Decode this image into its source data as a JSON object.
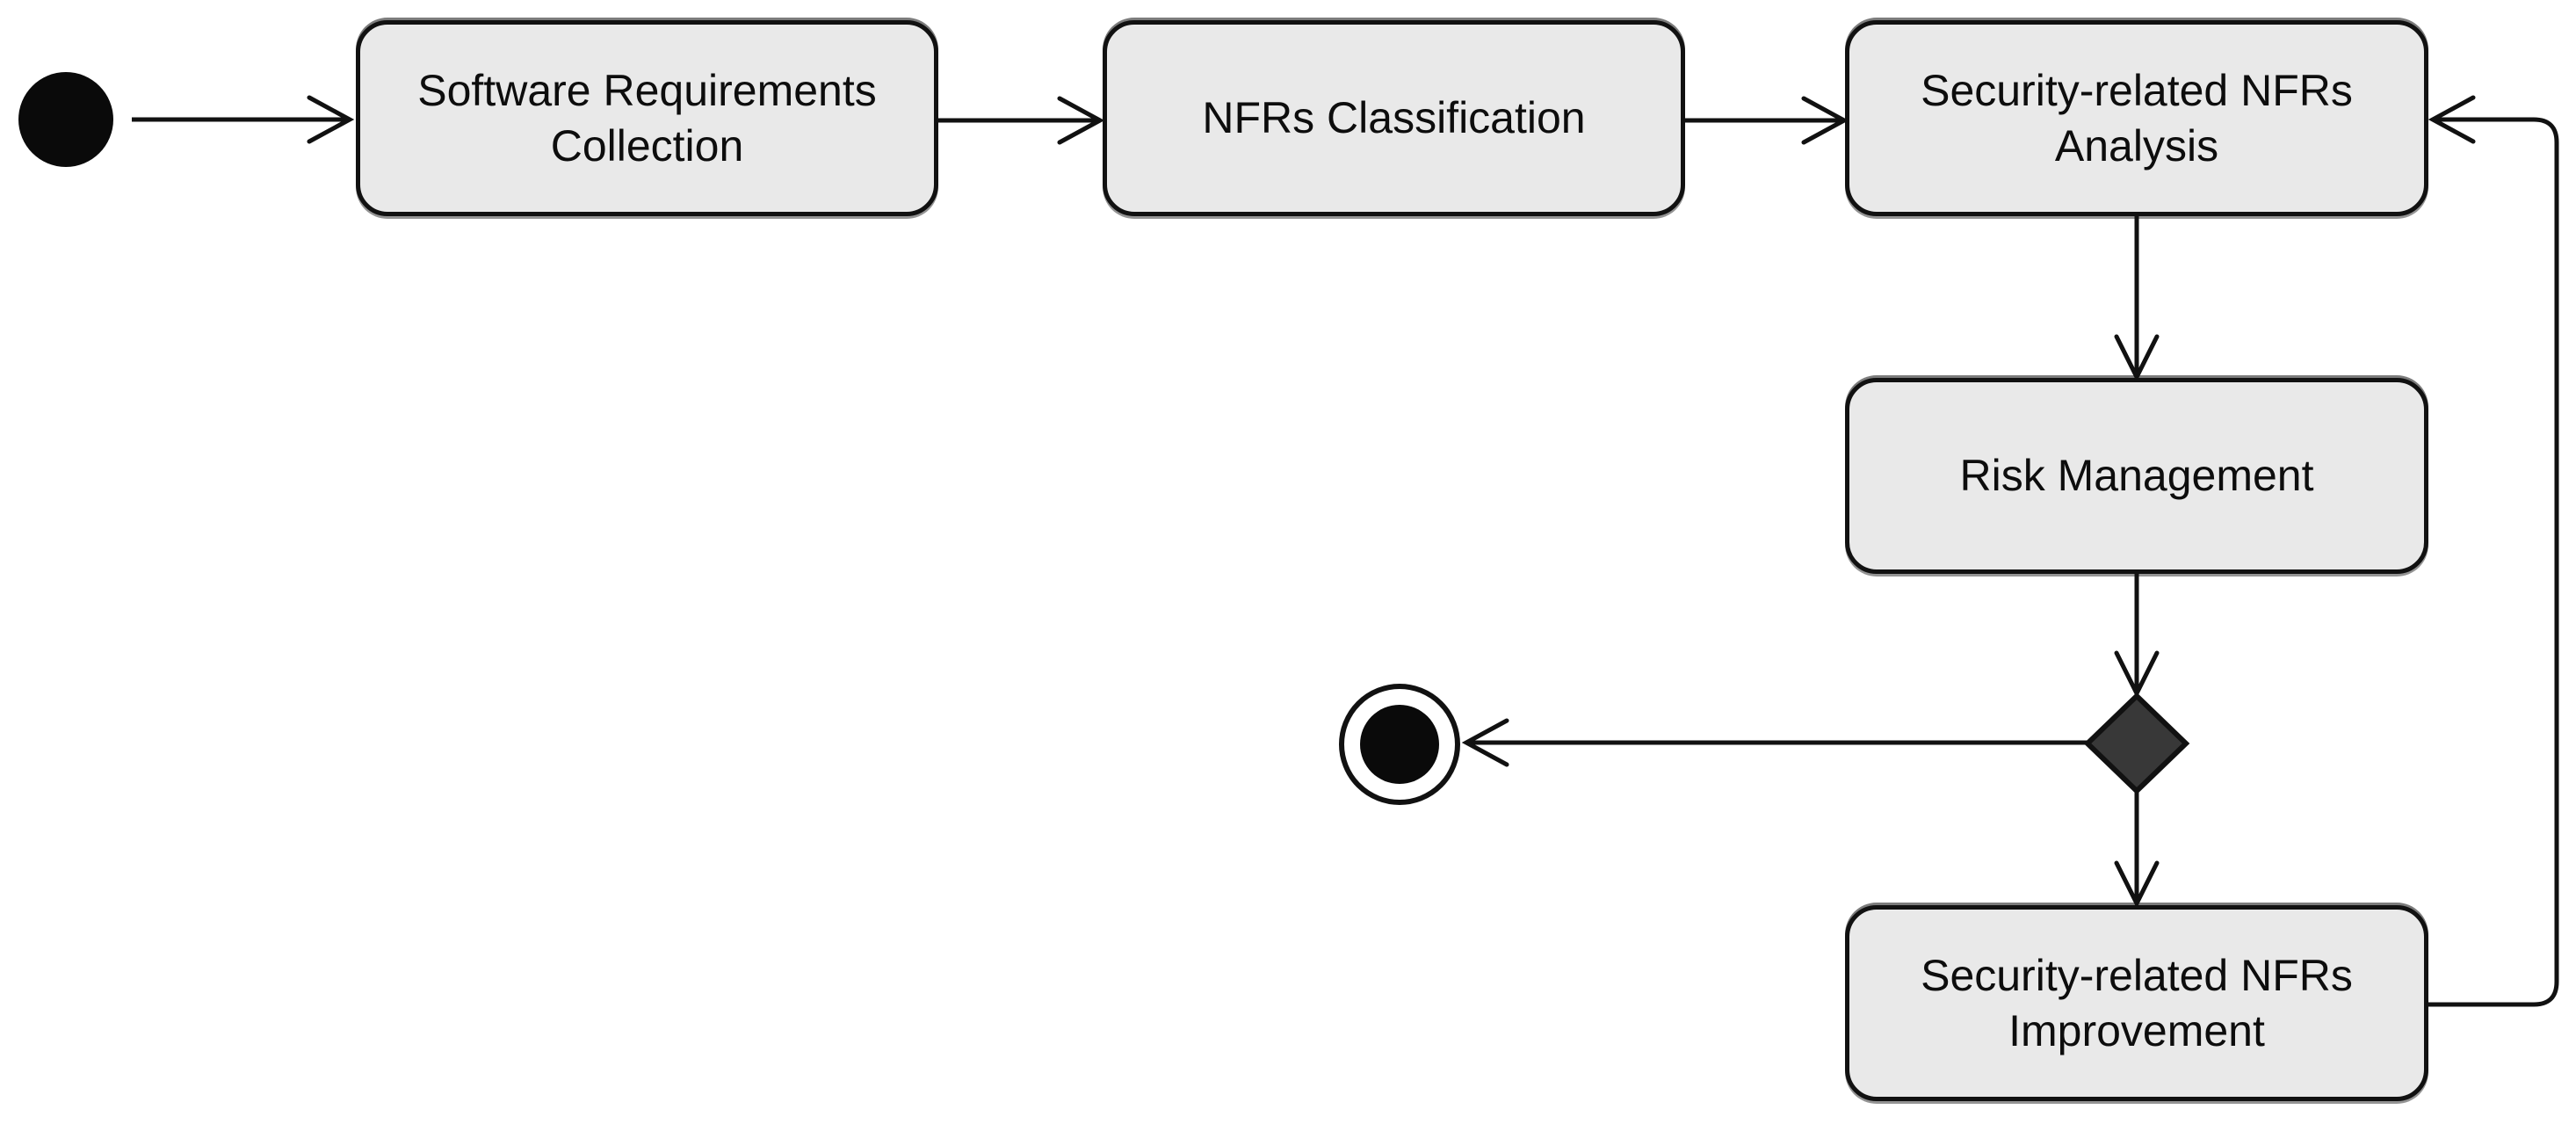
{
  "diagram": {
    "kind": "uml-activity-diagram",
    "title": "Security-related NFRs analysis activity flow",
    "colors": {
      "background": "#ffffff",
      "action_fill": "#e9e9e9",
      "action_border": "#111111",
      "text": "#0d0d0d",
      "line": "#111111",
      "initial_fill": "#0a0a0a",
      "final_outer_stroke": "#111111",
      "final_inner_fill": "#0a0a0a",
      "decision_fill": "#383838",
      "decision_stroke": "#111111"
    },
    "nodes": [
      {
        "id": "start",
        "kind": "initial",
        "label": ""
      },
      {
        "id": "collection",
        "kind": "action",
        "label": "Software Requirements\nCollection"
      },
      {
        "id": "classification",
        "kind": "action",
        "label": "NFRs Classification"
      },
      {
        "id": "analysis",
        "kind": "action",
        "label": "Security-related NFRs\nAnalysis"
      },
      {
        "id": "risk",
        "kind": "action",
        "label": "Risk Management"
      },
      {
        "id": "decision",
        "kind": "decision",
        "label": ""
      },
      {
        "id": "improvement",
        "kind": "action",
        "label": "Security-related NFRs\nImprovement"
      },
      {
        "id": "end",
        "kind": "final",
        "label": ""
      }
    ],
    "edges": [
      {
        "from": "start",
        "to": "collection"
      },
      {
        "from": "collection",
        "to": "classification"
      },
      {
        "from": "classification",
        "to": "analysis"
      },
      {
        "from": "analysis",
        "to": "risk"
      },
      {
        "from": "risk",
        "to": "decision"
      },
      {
        "from": "decision",
        "to": "end"
      },
      {
        "from": "decision",
        "to": "improvement"
      },
      {
        "from": "improvement",
        "to": "analysis"
      }
    ]
  }
}
